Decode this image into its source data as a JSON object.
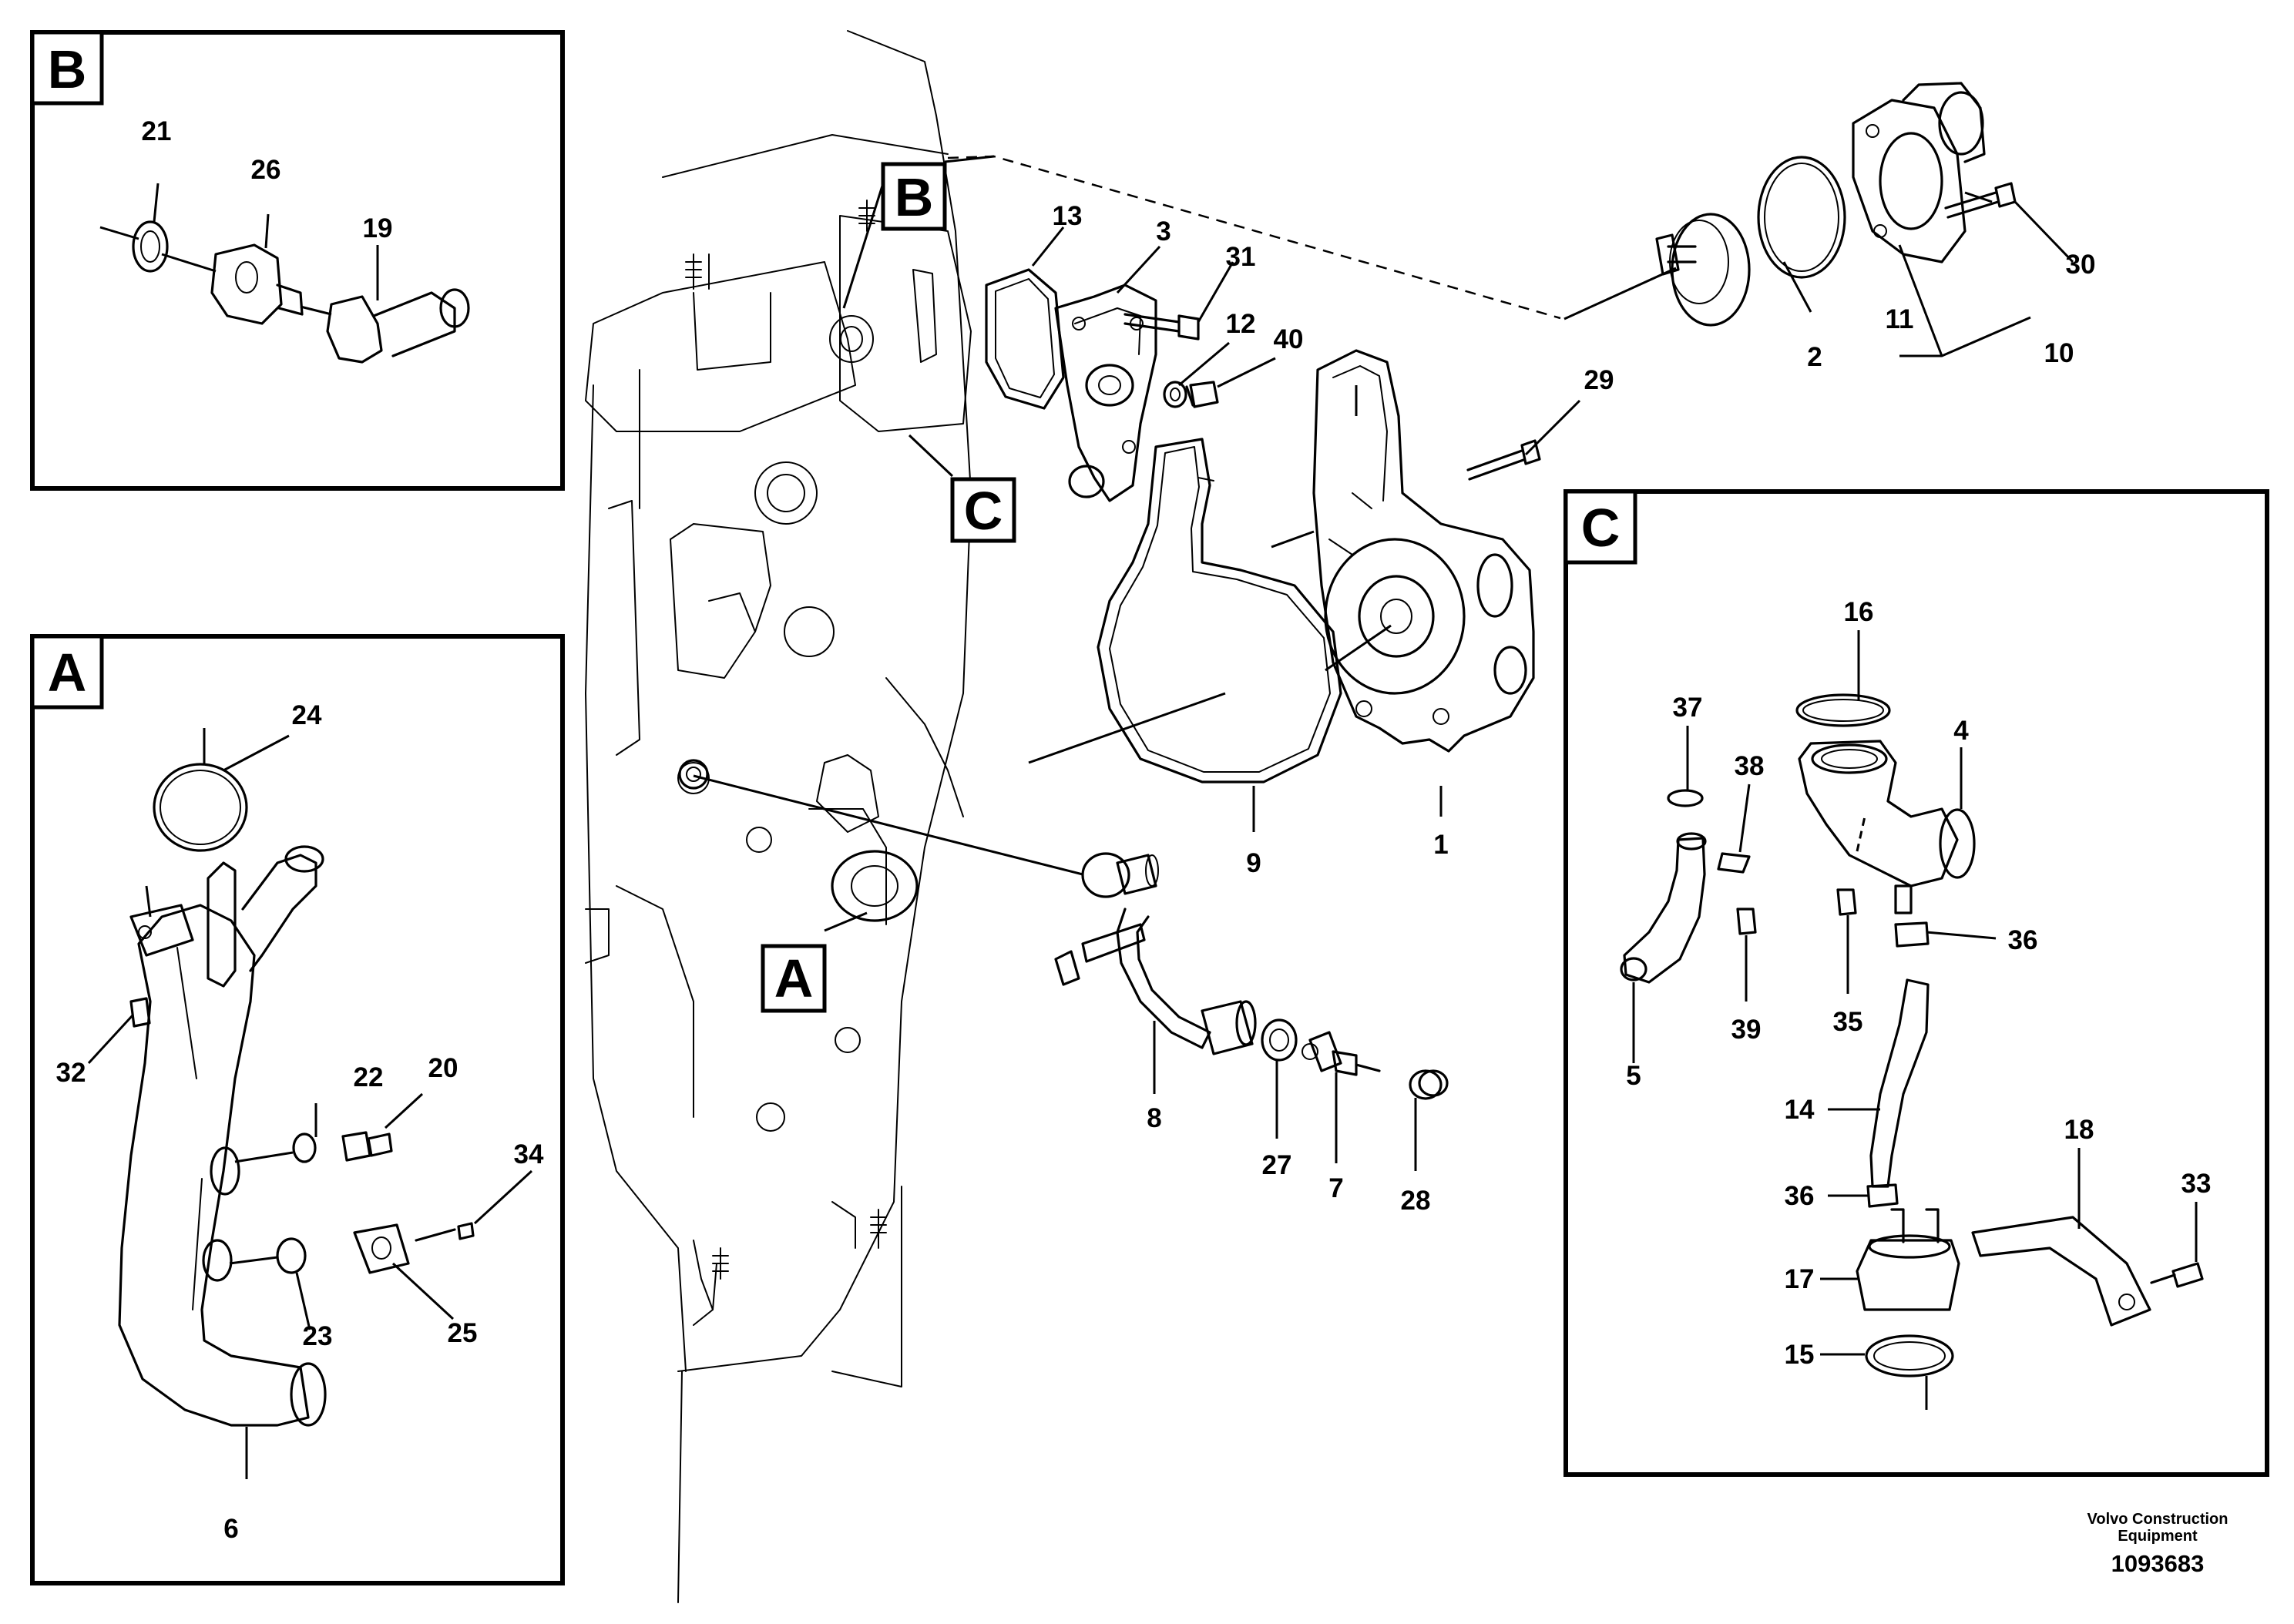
{
  "detail_boxes": {
    "a": {
      "letter": "A"
    },
    "b": {
      "letter": "B"
    },
    "c": {
      "letter": "C"
    }
  },
  "callout_tags": {
    "a": "A",
    "b": "B",
    "c": "C"
  },
  "part_numbers": {
    "p1": "1",
    "p2": "2",
    "p3": "3",
    "p4": "4",
    "p5": "5",
    "p6": "6",
    "p7": "7",
    "p8": "8",
    "p9": "9",
    "p10": "10",
    "p11": "11",
    "p12": "12",
    "p13": "13",
    "p14": "14",
    "p15": "15",
    "p16": "16",
    "p17": "17",
    "p18": "18",
    "p19": "19",
    "p20": "20",
    "p21": "21",
    "p22": "22",
    "p23": "23",
    "p24": "24",
    "p25": "25",
    "p26": "26",
    "p27": "27",
    "p28": "28",
    "p29": "29",
    "p30": "30",
    "p31": "31",
    "p32": "32",
    "p33": "33",
    "p34": "34",
    "p35": "35",
    "p36a": "36",
    "p36b": "36",
    "p37": "37",
    "p38": "38",
    "p39": "39",
    "p40": "40"
  },
  "footer": {
    "brand_line1": "Volvo Construction",
    "brand_line2": "Equipment",
    "document_number": "1093683"
  }
}
